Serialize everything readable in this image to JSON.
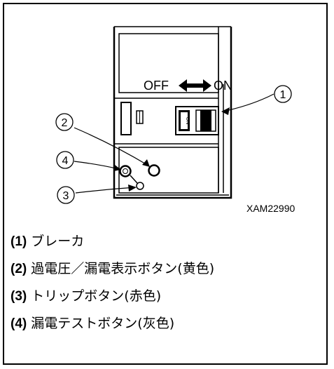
{
  "diagram": {
    "off_label": "OFF",
    "on_label": "ON",
    "callouts": [
      {
        "number": "1"
      },
      {
        "number": "2"
      },
      {
        "number": "3"
      },
      {
        "number": "4"
      }
    ],
    "switch_label": "ON",
    "figure_id": "XAM22990"
  },
  "legend": {
    "items": [
      {
        "number": "(1)",
        "text": "ブレーカ"
      },
      {
        "number": "(2)",
        "text": "過電圧／漏電表示ボタン(黄色)"
      },
      {
        "number": "(3)",
        "text": "トリップボタン(赤色)"
      },
      {
        "number": "(4)",
        "text": "漏電テストボタン(灰色)"
      }
    ]
  }
}
